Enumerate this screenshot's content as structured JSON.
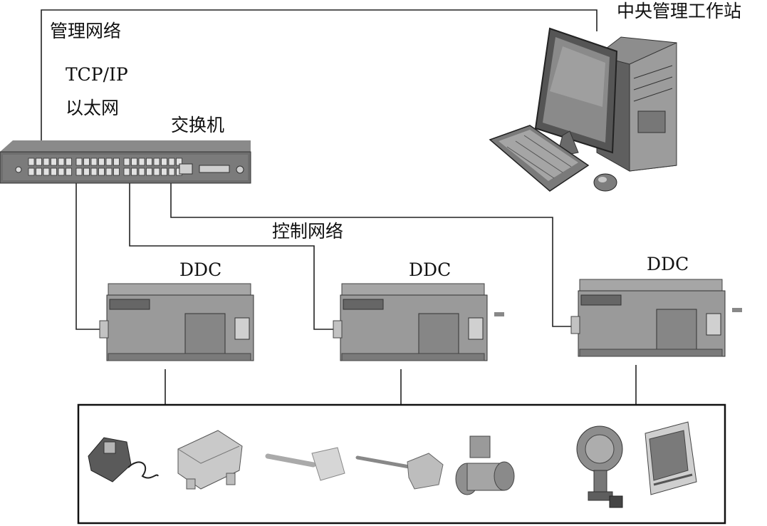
{
  "labels": {
    "management_network": "管理网络",
    "protocol": "TCP/IP",
    "ethernet": "以太网",
    "switch": "交换机",
    "central_workstation": "中央管理工作站",
    "control_network": "控制网络"
  },
  "controllers": [
    {
      "label": "DDC"
    },
    {
      "label": "DDC"
    },
    {
      "label": "DDC"
    }
  ],
  "field_devices": [
    {
      "icon": "valve-actuator-icon"
    },
    {
      "icon": "junction-box-sensor-icon"
    },
    {
      "icon": "duct-sensor-icon"
    },
    {
      "icon": "immersion-sensor-icon"
    },
    {
      "icon": "control-valve-icon"
    },
    {
      "icon": "pressure-transmitter-icon"
    },
    {
      "icon": "thermostat-panel-icon"
    }
  ],
  "colors": {
    "line": "#222222",
    "device": "#9a9a9a",
    "device_dark": "#555555"
  }
}
